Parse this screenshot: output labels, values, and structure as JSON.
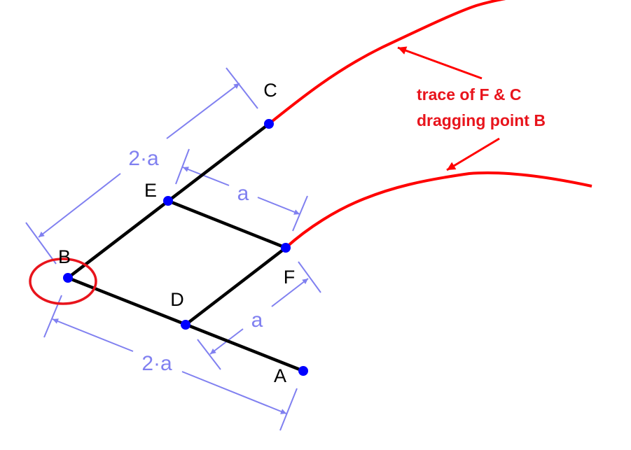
{
  "points": [
    {
      "label": "A"
    },
    {
      "label": "B"
    },
    {
      "label": "C"
    },
    {
      "label": "D"
    },
    {
      "label": "E"
    },
    {
      "label": "F"
    }
  ],
  "dimensions": {
    "bc": "2·a",
    "ef": "a",
    "df": "a",
    "ba": "2·a"
  },
  "annotation": {
    "line1": "trace of F & C",
    "line2": "dragging point B"
  },
  "colors": {
    "linkage": "#000000",
    "points": "#0000ff",
    "trace": "#ff0000",
    "dimension": "#8080f0",
    "annotation": "#e8141c"
  }
}
